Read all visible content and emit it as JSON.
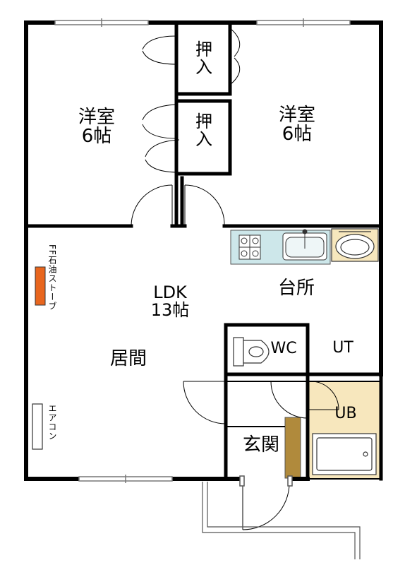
{
  "rooms": {
    "bedroom_left": {
      "name": "洋室",
      "size": "6帖"
    },
    "bedroom_right": {
      "name": "洋室",
      "size": "6帖"
    },
    "ldk": {
      "name": "LDK",
      "size": "13帖"
    },
    "living": "居間",
    "kitchen": "台所",
    "wc": "WC",
    "ut": "UT",
    "ub": "UB",
    "entrance": "玄関"
  },
  "closets": {
    "top": [
      "押",
      "入"
    ],
    "middle": [
      "押",
      "入"
    ]
  },
  "fixtures": {
    "heater": "FF石油ストーブ",
    "aircon": "エアコン"
  },
  "colors": {
    "wall": "#000000",
    "kitchen_counter": "#cde7ea",
    "bath_floor": "#f7e7bd",
    "heater": "#e8661e",
    "shoe_box": "#b08a3c"
  }
}
